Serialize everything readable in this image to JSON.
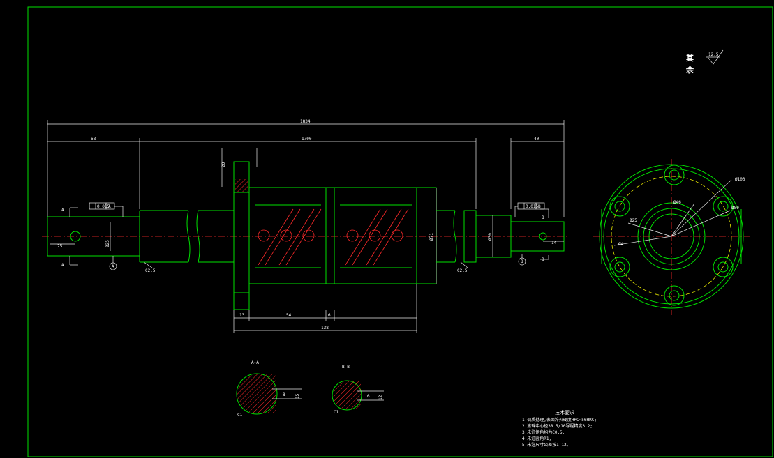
{
  "drawing": {
    "roughness_note": {
      "label_line1": "其",
      "label_line2": "余",
      "value": "12.5"
    },
    "dimensions": {
      "overall_length": "1834",
      "left_shaft": "68",
      "middle_span": "1700",
      "right_shaft": "40",
      "nut_flange": "13",
      "nut_body1": "54",
      "gap": "6",
      "nut_total": "138",
      "keyway_len": "25",
      "right_key": "14",
      "bore_diameter": "Ø71",
      "right_diameter": "Ø30",
      "flange_section_width": "20"
    },
    "tolerance_frames": [
      {
        "value": "0.015",
        "datum": "A"
      },
      {
        "value": "0.015",
        "datum": "B"
      }
    ],
    "chamfers": [
      "C2.5",
      "C2.5"
    ],
    "datums": [
      "A",
      "B"
    ],
    "section_marks": [
      "A",
      "A",
      "B",
      "B"
    ],
    "flange_view": {
      "outer": "Ø103",
      "pitch": "Ø80",
      "inner": "Ø46",
      "bore": "Ø25",
      "hole": "Ø4"
    },
    "sections": [
      {
        "title": "A-A",
        "keyway": "8",
        "depth": "15"
      },
      {
        "title": "B-B",
        "keyway": "6",
        "depth": "12"
      }
    ],
    "tech_requirements": {
      "title": "技术要求",
      "items": [
        "1.调质处理,表面淬火硬度HRC~56HRC;",
        "2.滚珠中心径38.5/10导程精度3.2;",
        "3.未注倒角均为C0.5;",
        "4.未注圆角R1;",
        "5.未注尺寸公差按IT12。"
      ]
    }
  }
}
